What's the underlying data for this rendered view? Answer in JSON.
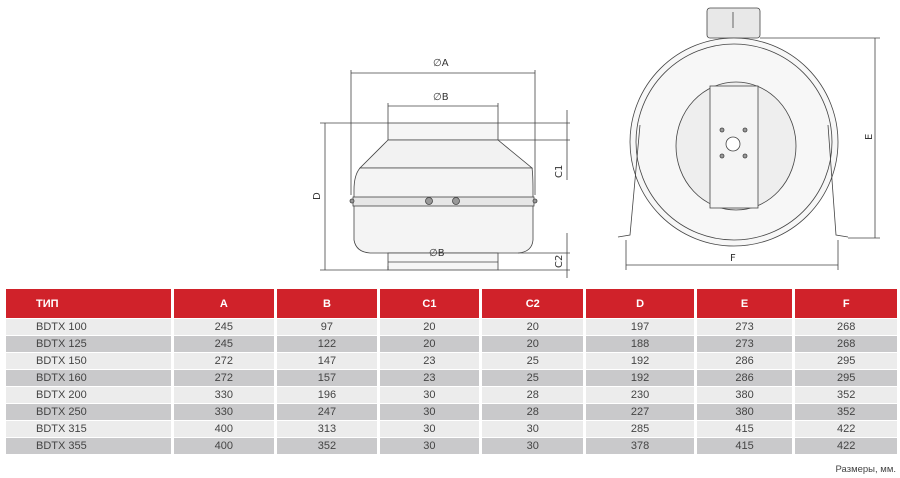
{
  "drawing": {
    "labels": {
      "a": "∅A",
      "b_top": "∅B",
      "b_bottom": "∅B",
      "c1": "C1",
      "c2": "C2",
      "d": "D",
      "e": "E",
      "f": "F"
    }
  },
  "table": {
    "headers": [
      "ТИП",
      "A",
      "B",
      "C1",
      "C2",
      "D",
      "E",
      "F"
    ],
    "rows": [
      [
        "BDTX 100",
        "245",
        "97",
        "20",
        "20",
        "197",
        "273",
        "268"
      ],
      [
        "BDTX 125",
        "245",
        "122",
        "20",
        "20",
        "188",
        "273",
        "268"
      ],
      [
        "BDTX 150",
        "272",
        "147",
        "23",
        "25",
        "192",
        "286",
        "295"
      ],
      [
        "BDTX 160",
        "272",
        "157",
        "23",
        "25",
        "192",
        "286",
        "295"
      ],
      [
        "BDTX 200",
        "330",
        "196",
        "30",
        "28",
        "230",
        "380",
        "352"
      ],
      [
        "BDTX 250",
        "330",
        "247",
        "30",
        "28",
        "227",
        "380",
        "352"
      ],
      [
        "BDTX 315",
        "400",
        "313",
        "30",
        "30",
        "285",
        "415",
        "422"
      ],
      [
        "BDTX 355",
        "400",
        "352",
        "30",
        "30",
        "378",
        "415",
        "422"
      ]
    ]
  },
  "footnote": "Размеры, мм.",
  "colors": {
    "header": "#d0222a",
    "row_light": "#ececec",
    "row_dark": "#c9c9cb"
  }
}
